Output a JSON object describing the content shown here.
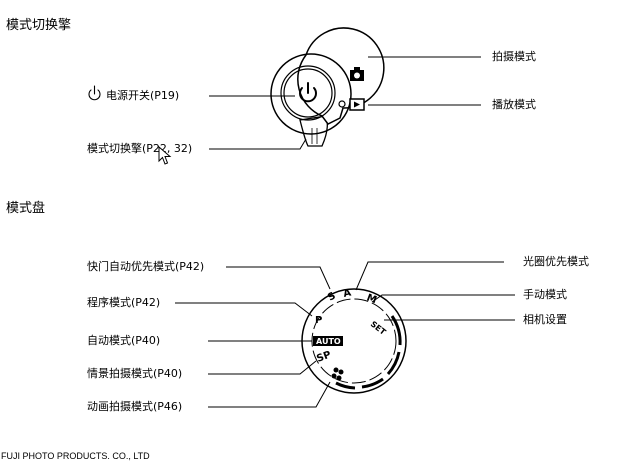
{
  "headings": {
    "mode_switch": "模式切换擎",
    "mode_dial": "模式盘"
  },
  "switch_labels": {
    "power_icon": "power-icon",
    "power": "电源开关(P19)",
    "mode_switch": "模式切换擎(P22, 32)",
    "shooting_icon": "camera-icon",
    "shooting": "拍摄模式",
    "playback_icon": "play-icon",
    "playback": "播放模式"
  },
  "dial_labels": {
    "shutter_priority": "快门自动优先模式(P42)",
    "program": "程序模式(P42)",
    "auto": "自动模式(P40)",
    "scene": "情景拍摄模式(P40)",
    "movie": "动画拍摄模式(P46)",
    "aperture_priority": "光圈优先模式",
    "manual": "手动模式",
    "setup": "相机设置"
  },
  "dial_marks": {
    "s": "S",
    "a": "A",
    "m": "M",
    "set": "SET",
    "p": "P",
    "auto": "AUTO",
    "sp": "SP"
  },
  "footer": "FUJI PHOTO PRODUCTS. CO., LTD"
}
